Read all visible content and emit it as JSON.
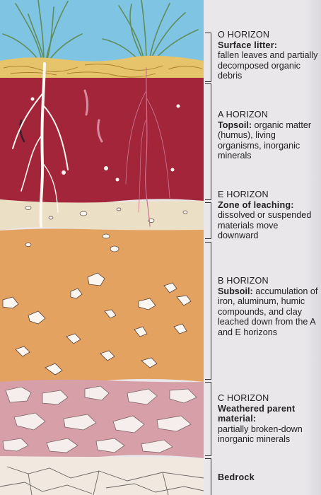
{
  "horizons": [
    {
      "key": "o",
      "heading": "O HORIZON",
      "title": "Surface litter:",
      "description": "fallen leaves and partially decomposed organic debris"
    },
    {
      "key": "a",
      "heading": "A HORIZON",
      "title": "Topsoil:",
      "description": "organic matter (humus), living organisms, inorganic minerals"
    },
    {
      "key": "e",
      "heading": "E HORIZON",
      "title": "Zone of leaching:",
      "description": "dissolved or suspended materials move downward"
    },
    {
      "key": "b",
      "heading": "B HORIZON",
      "title": "Subsoil:",
      "description": "accumulation of iron, aluminum, humic compounds, and clay leached down from the A and E horizons"
    },
    {
      "key": "c",
      "heading": "C HORIZON",
      "title": "Weathered parent material:",
      "description": "partially broken-down inorganic minerals"
    },
    {
      "key": "bedrock",
      "heading": "",
      "title": "Bedrock",
      "description": ""
    }
  ],
  "colors": {
    "sky": "#7fc4e3",
    "litter": "#e5c46c",
    "topsoil": "#a3253a",
    "leaching": "#ebdfc5",
    "subsoil": "#e4a261",
    "parent": "#d7a0a9",
    "bedrock": "#f1e9e0",
    "grass": "#5f8e5a",
    "roots": "#fdf8f2"
  }
}
